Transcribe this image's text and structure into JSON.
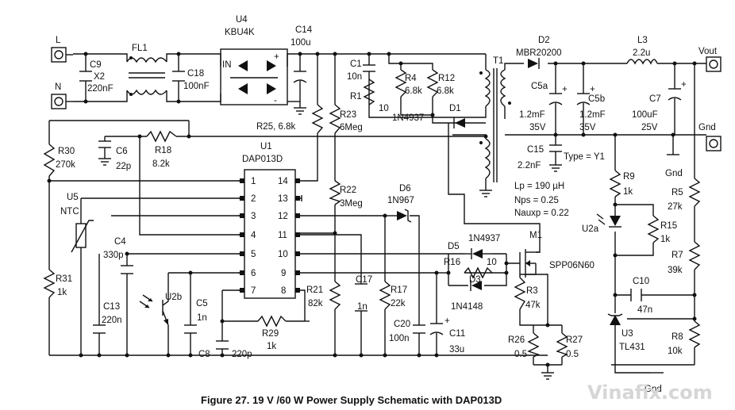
{
  "terminals": {
    "L": "L",
    "N": "N",
    "Vout": "Vout",
    "Gnd": "Gnd",
    "Gnd2": "Gnd",
    "Gnd3": "Gnd"
  },
  "components": {
    "FL1": "FL1",
    "C9": "C9",
    "C9_type": "X2",
    "C9_val": "220nF",
    "C18": "C18",
    "C18_val": "100nF",
    "U4": "U4",
    "U4_val": "KBU4K",
    "U4_in": "IN",
    "U4_plus": "+",
    "U4_minus": "-",
    "C14": "C14",
    "C14_val": "100u",
    "C1": "C1",
    "C1_val": "10n",
    "R1": "R1",
    "R1_val": "10",
    "R4": "R4",
    "R4_val": "6.8k",
    "R12": "R12",
    "R12_val": "6.8k",
    "D1": "D1",
    "D1_val": "1N4937",
    "T1": "T1",
    "D2": "D2",
    "D2_val": "MBR20200",
    "L3": "L3",
    "L3_val": "2.2u",
    "C5a": "C5a",
    "C5a_val": "1.2mF",
    "C5a_v": "35V",
    "C5b": "C5b",
    "C5b_val": "1.2mF",
    "C5b_v": "35V",
    "C7": "C7",
    "C7_val": "100uF",
    "C7_v": "25V",
    "C15": "C15",
    "C15_val": "2.2nF",
    "C15_type": "Type = Y1",
    "R25": "R25, 6.8k",
    "R23": "R23",
    "R23_val": "6Meg",
    "R30": "R30",
    "R30_val": "270k",
    "C6": "C6",
    "C6_val": "22p",
    "R18": "R18",
    "R18_val": "8.2k",
    "U1": "U1",
    "U1_val": "DAP013D",
    "U5": "U5",
    "U5_val": "NTC",
    "R31": "R31",
    "R31_val": "1k",
    "C4": "C4",
    "C4_val": "330p",
    "C13": "C13",
    "C13_val": "220n",
    "U2b": "U2b",
    "C5": "C5",
    "C5_val": "1n",
    "C8": "C8",
    "C8_val": "220p",
    "R29": "R29",
    "R29_val": "1k",
    "R21": "R21",
    "R21_val": "82k",
    "C17": "C17",
    "C17_val": "1n",
    "R22": "R22",
    "R22_val": "3Meg",
    "D6": "D6",
    "D6_val": "1N967",
    "R17": "R17",
    "R17_val": "22k",
    "C20": "C20",
    "C20_val": "100n",
    "C11": "C11",
    "C11_val": "33u",
    "D5": "D5",
    "D5_val": "1N4937",
    "R16": "R16",
    "R16_val": "10",
    "D3": "D3",
    "D3_val": "1N4148",
    "M1": "M1",
    "M1_val": "SPP06N60",
    "R3": "R3",
    "R3_val": "47k",
    "R26": "R26",
    "R26_val": "0.5",
    "R27": "R27",
    "R27_val": "0.5",
    "R9": "R9",
    "R9_val": "1k",
    "U2a": "U2a",
    "R15": "R15",
    "R15_val": "1k",
    "C10": "C10",
    "C10_val": "47n",
    "U3": "U3",
    "U3_val": "TL431",
    "R5": "R5",
    "R5_val": "27k",
    "R7": "R7",
    "R7_val": "39k",
    "R8": "R8",
    "R8_val": "10k"
  },
  "transformer": {
    "lp": "Lp = 190 µH",
    "nps": "Nps = 0.25",
    "nauxp": "Nauxp = 0.22"
  },
  "pins": {
    "p1": "1",
    "p2": "2",
    "p3": "3",
    "p4": "4",
    "p5": "5",
    "p6": "6",
    "p7": "7",
    "p8": "8",
    "p9": "9",
    "p10": "10",
    "p11": "11",
    "p12": "12",
    "p13": "13",
    "p14": "14"
  },
  "caption": "Figure 27. 19 V /60 W Power Supply Schematic with DAP013D",
  "watermark": "Vinafix.com"
}
